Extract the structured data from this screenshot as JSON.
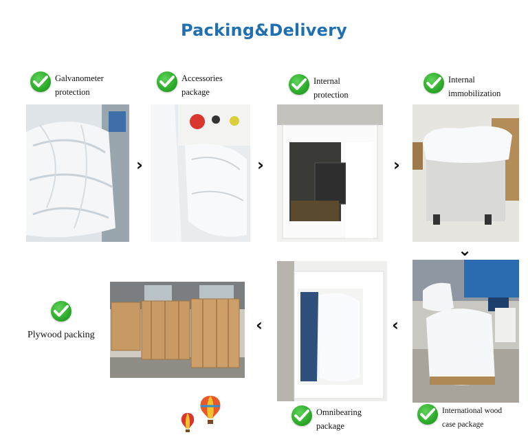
{
  "title": "Packing&Delivery",
  "steps": [
    {
      "label_line1": "Galvanometer",
      "label_line2": "protection"
    },
    {
      "label_line1": "Accessories",
      "label_line2": "package"
    },
    {
      "label_line1": "Internal",
      "label_line2": "protection"
    },
    {
      "label_line1": "Internal",
      "label_line2": "immobilization"
    },
    {
      "label_line1": "International wood",
      "label_line2": "case package"
    },
    {
      "label_line1": "Omnibearing",
      "label_line2": "package"
    },
    {
      "label_line1": "Plywood packing",
      "label_line2": ""
    }
  ],
  "arrows": {
    "right": "›",
    "left": "‹",
    "down": "⌄"
  },
  "icons": {
    "check": "check-icon",
    "balloon": "hot-air-balloon-icon"
  },
  "colors": {
    "title": "#1f6fb3",
    "check_green": "#2fae2c",
    "crate_wood": "#c79a64"
  }
}
